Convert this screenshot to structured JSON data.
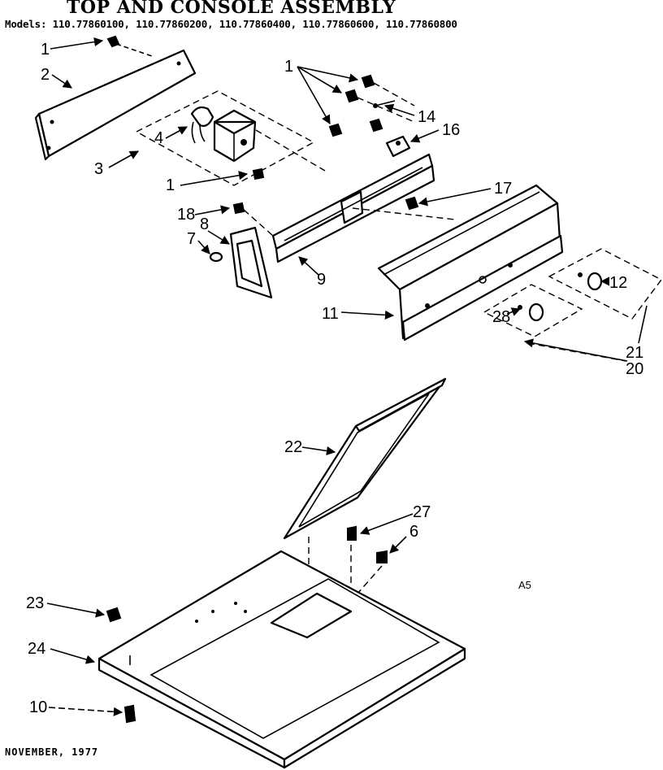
{
  "header": {
    "title": "TOP AND CONSOLE ASSEMBLY",
    "models": "Models: 110.77860100, 110.77860200, 110.77860400, 110.77860600, 110.77860800"
  },
  "footer": {
    "date": "NOVEMBER, 1977"
  },
  "diagram_code": "A5",
  "callouts": {
    "c1a": "1",
    "c2": "2",
    "c3": "3",
    "c4": "4",
    "c1b": "1",
    "c1c": "1",
    "c14": "14",
    "c16": "16",
    "c17": "17",
    "c18": "18",
    "c8": "8",
    "c7": "7",
    "c9": "9",
    "c11": "11",
    "c12": "12",
    "c28": "28",
    "c21": "21",
    "c20": "20",
    "c22": "22",
    "c27": "27",
    "c6": "6",
    "c23": "23",
    "c24": "24",
    "c10": "10"
  }
}
